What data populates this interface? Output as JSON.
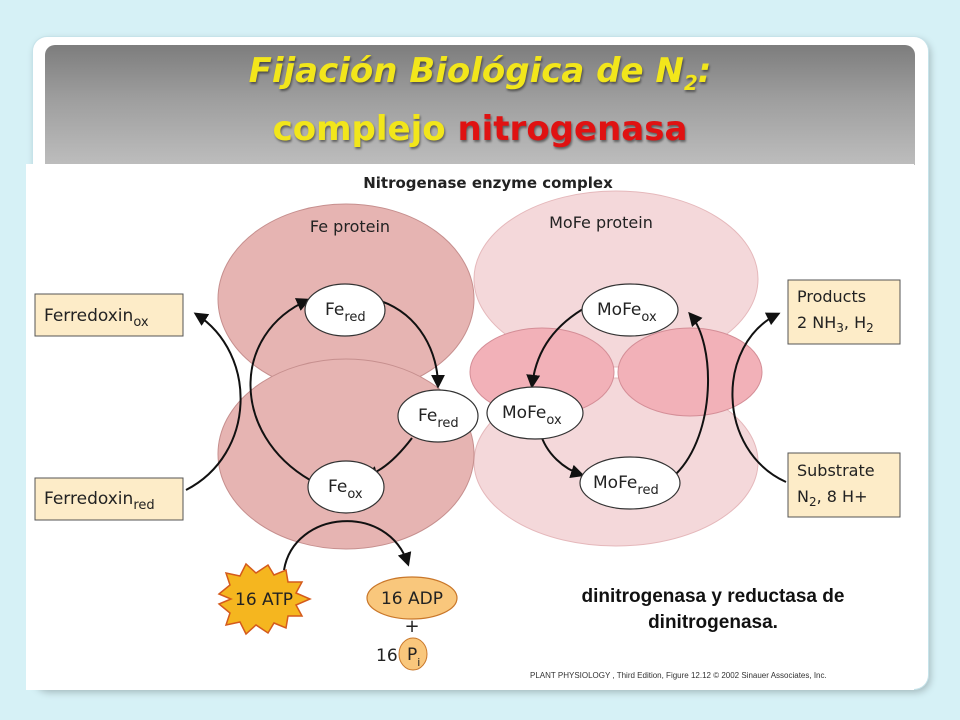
{
  "slide": {
    "title_line1_prefix": "Fijación Biológica de N",
    "title_line1_sub": "2",
    "title_line1_suffix": ":",
    "title_line2_plain": "complejo ",
    "title_line2_highlight": "nitrogenasa"
  },
  "figure": {
    "heading": "Nitrogenase enzyme complex",
    "fe_protein_label": "Fe protein",
    "mofe_protein_label": "MoFe protein",
    "ferredoxin_ox": {
      "main": "Ferredoxin",
      "sub": "ox"
    },
    "ferredoxin_red": {
      "main": "Ferredoxin",
      "sub": "red"
    },
    "products": {
      "line1": "Products",
      "line2_a": "2 NH",
      "line2_sub1": "3",
      "line2_b": ", H",
      "line2_sub2": "2"
    },
    "substrate": {
      "line1": "Substrate",
      "line2_a": "N",
      "line2_sub": "2",
      "line2_b": ", 8 H+"
    },
    "fe_red_top": {
      "main": "Fe",
      "sub": "red"
    },
    "fe_red_mid": {
      "main": "Fe",
      "sub": "red"
    },
    "fe_ox": {
      "main": "Fe",
      "sub": "ox"
    },
    "mofe_ox_top": {
      "main": "MoFe",
      "sub": "ox"
    },
    "mofe_ox_mid": {
      "main": "MoFe",
      "sub": "ox"
    },
    "mofe_red": {
      "main": "MoFe",
      "sub": "red"
    },
    "atp": "16 ATP",
    "adp": "16 ADP",
    "plus": "+",
    "pi": {
      "prefix": "16 ",
      "main": "P",
      "sub": "i"
    }
  },
  "caption": {
    "line1": "dinitrogenasa y reductasa de",
    "line2": "dinitrogenasa."
  },
  "credit": "PLANT PHYSIOLOGY , Third Edition, Figure 12.12  © 2002 Sinauer Associates, Inc.",
  "colors": {
    "background": "#d6f1f6",
    "title_yellow": "#f2e61b",
    "title_red": "#e01212",
    "fe_protein_fill": "#e6b4b2",
    "mofe_protein_fill": "#f4d8da",
    "mofe_band_fill": "#f2b1b8",
    "label_box_fill": "#fdecc8",
    "atp_starburst": "#f5b61f",
    "adp_fill": "#f9c77c"
  }
}
